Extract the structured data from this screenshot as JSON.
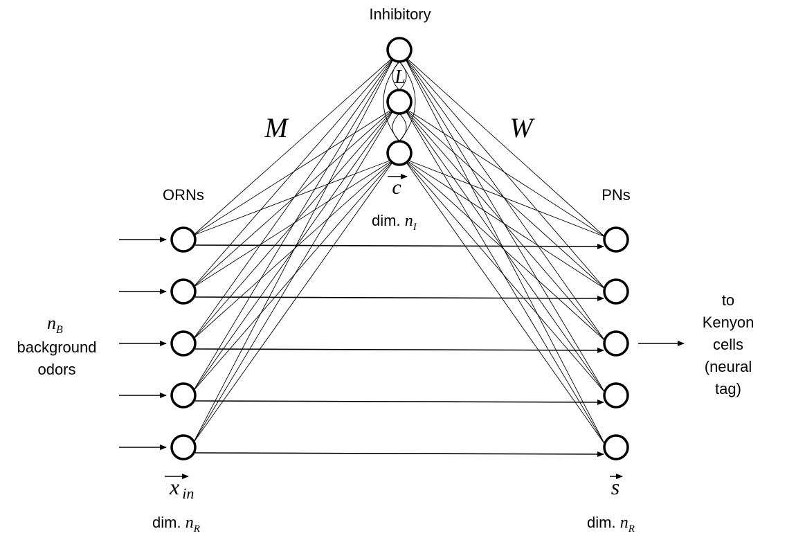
{
  "labels": {
    "inhibitory": "Inhibitory",
    "orns": "ORNs",
    "pns": "PNs",
    "matrix_m": "M",
    "matrix_w": "W",
    "matrix_l": "L",
    "c_vec": "c",
    "c_dim_prefix": "dim. ",
    "c_dim_var": "n",
    "c_dim_sub": "I",
    "x_vec": "x",
    "x_sub": "in",
    "x_dim_prefix": "dim. ",
    "x_dim_var": "n",
    "x_dim_sub": "R",
    "s_vec": "s",
    "s_dim_prefix": "dim. ",
    "s_dim_var": "n",
    "s_dim_sub": "R",
    "background_var": "n",
    "background_sub": "B",
    "background_line1": "background",
    "background_line2": "odors",
    "kenyon_line1": "to",
    "kenyon_line2": "Kenyon",
    "kenyon_line3": "cells",
    "kenyon_line4": "(neural",
    "kenyon_line5": "tag)"
  },
  "colors": {
    "stroke": "#000000",
    "background": "#ffffff"
  }
}
